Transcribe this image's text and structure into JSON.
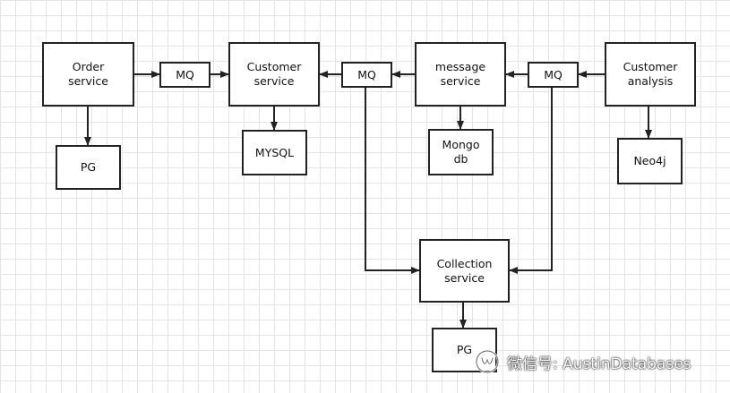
{
  "nodes": {
    "order_service": "Order\nservice",
    "mq_1": "MQ",
    "customer_service": "Customer\nservice",
    "mq_2": "MQ",
    "message_service": "message\nservice",
    "mq_3": "MQ",
    "customer_analysis": "Customer\nanalysis",
    "pg_1": "PG",
    "mysql": "MYSQL",
    "mongo_db": "Mongo\ndb",
    "neo4j": "Neo4j",
    "collection_service": "Collection\nservice",
    "pg_2": "PG"
  },
  "watermark": {
    "text": "微信号: AustinDatabases",
    "icon": "wechat-channel-icon"
  },
  "colors": {
    "line": "#222222",
    "grid": "#e4e4e4",
    "box_border": "#222222"
  }
}
